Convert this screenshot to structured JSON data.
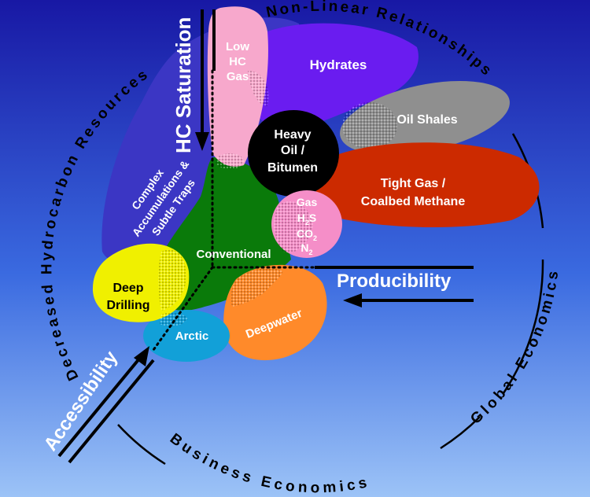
{
  "arc_labels": {
    "non_linear": "Non-Linear Relationships",
    "decreased": "Decreased Hydrocarbon Resources",
    "business": "Business Economics",
    "global": "Global Economics"
  },
  "axes": {
    "hc_saturation": "HC Saturation",
    "producibility": "Producibility",
    "accessibility": "Accessibility"
  },
  "resources": {
    "low_hc_gas": [
      "Low",
      "HC",
      "Gas"
    ],
    "hydrates": "Hydrates",
    "oil_shales": "Oil Shales",
    "heavy_oil": [
      "Heavy",
      "Oil /",
      "Bitumen"
    ],
    "tight_gas": [
      "Tight Gas /",
      "Coalbed Methane"
    ],
    "gas_label": "Gas",
    "h2s": {
      "base": "H",
      "sub": "2",
      "tail": "S"
    },
    "co2": {
      "base": "CO",
      "sub": "2"
    },
    "n2": {
      "base": "N",
      "sub": "2"
    },
    "complex": [
      "Complex",
      "Accumulations &",
      "Subtle Traps"
    ],
    "conventional": "Conventional",
    "deep_drilling": [
      "Deep",
      "Drilling"
    ],
    "arctic": "Arctic",
    "deepwater": "Deepwater"
  },
  "colors": {
    "background_top": "#1a1aa8",
    "background_bottom": "#8fb8f5",
    "blob_blue": "#3a35c8",
    "hydrates": "#6a1cf0",
    "low_hc_gas": "#f7a8cc",
    "oil_shales": "#8e8e8e",
    "heavy_oil": "#000000",
    "tight_gas": "#cc2a00",
    "gas_pink": "#f58ec8",
    "conventional": "#0a7a0a",
    "deep_drilling": "#f0f000",
    "arctic": "#12a0d8",
    "deepwater": "#ff8a2a"
  }
}
